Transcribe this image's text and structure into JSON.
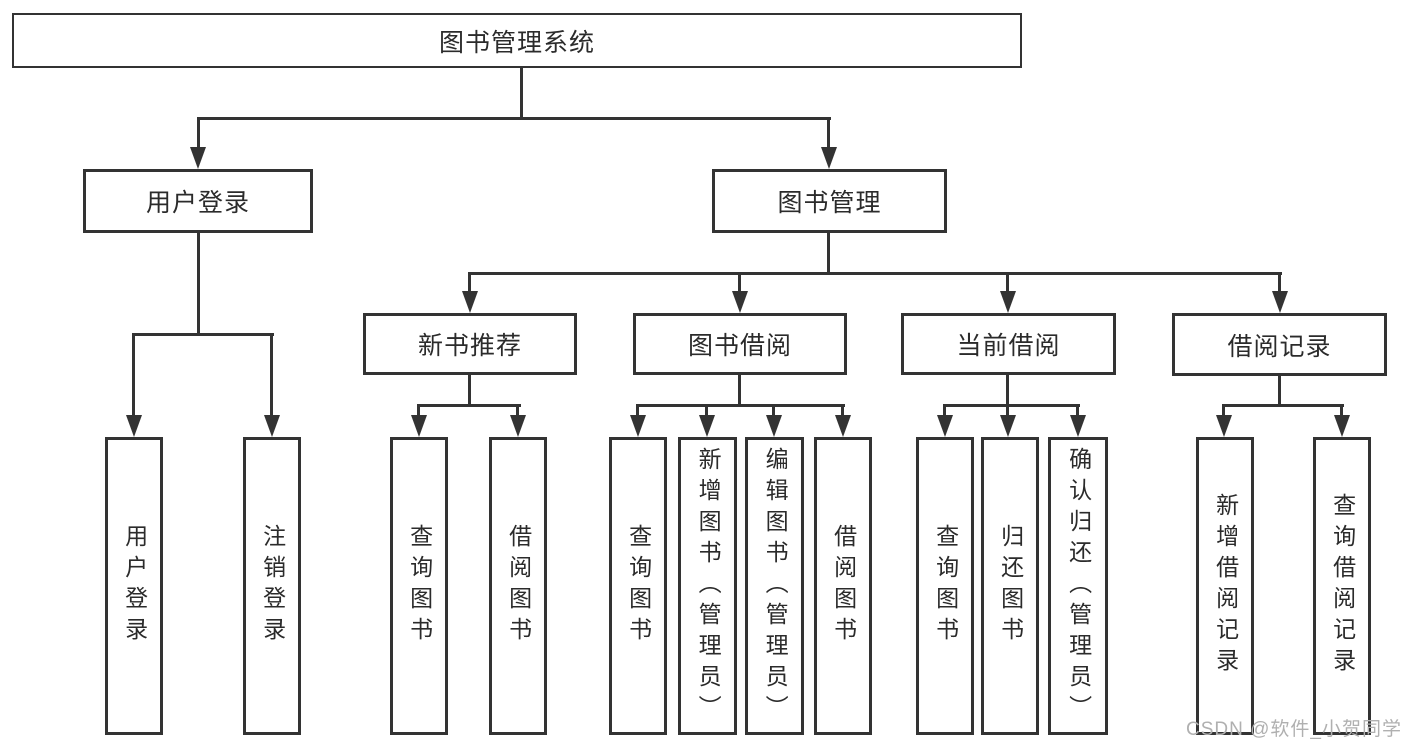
{
  "diagram": {
    "type": "hierarchy-tree",
    "root": {
      "label": "图书管理系统",
      "children": [
        {
          "label": "用户登录",
          "children": [
            {
              "label": "用户登录"
            },
            {
              "label": "注销登录"
            }
          ]
        },
        {
          "label": "图书管理",
          "children": [
            {
              "label": "新书推荐",
              "children": [
                {
                  "label": "查询图书"
                },
                {
                  "label": "借阅图书"
                }
              ]
            },
            {
              "label": "图书借阅",
              "children": [
                {
                  "label": "查询图书"
                },
                {
                  "label": "新增图书（管理员）"
                },
                {
                  "label": "编辑图书（管理员）"
                },
                {
                  "label": "借阅图书"
                }
              ]
            },
            {
              "label": "当前借阅",
              "children": [
                {
                  "label": "查询图书"
                },
                {
                  "label": "归还图书"
                },
                {
                  "label": "确认归还（管理员）"
                }
              ]
            },
            {
              "label": "借阅记录",
              "children": [
                {
                  "label": "新增借阅记录"
                },
                {
                  "label": "查询借阅记录"
                }
              ]
            }
          ]
        }
      ]
    }
  },
  "watermark": {
    "text": "CSDN @软件_小贺同学"
  },
  "colors": {
    "line": "#333333",
    "text": "#2b2b2b",
    "background": "#ffffff",
    "watermark": "#b0b0b0"
  }
}
